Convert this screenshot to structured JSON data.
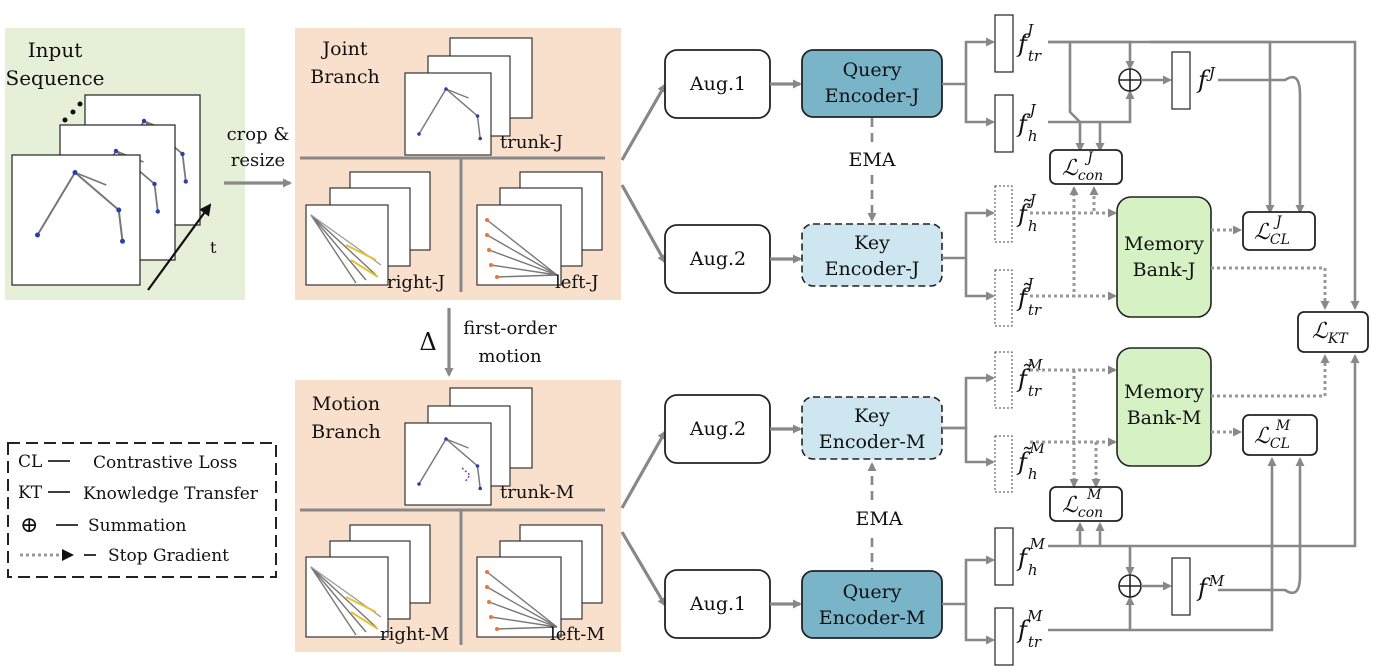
{
  "input": {
    "title_line1": "Input",
    "title_line2": "Sequence",
    "time_label": "t"
  },
  "crop": {
    "line1": "crop &",
    "line2": "resize"
  },
  "joint_branch": {
    "title_line1": "Joint",
    "title_line2": "Branch",
    "trunk": "trunk-J",
    "right": "right-J",
    "left": "left-J"
  },
  "motion_branch": {
    "title_line1": "Motion",
    "title_line2": "Branch",
    "trunk": "trunk-M",
    "right": "right-M",
    "left": "left-M"
  },
  "delta": {
    "symbol": "Δ",
    "line1": "first-order",
    "line2": "motion"
  },
  "aug": {
    "j_top": "Aug.1",
    "j_bottom": "Aug.2",
    "m_top": "Aug.2",
    "m_bottom": "Aug.1"
  },
  "encoders": {
    "query_j_line1": "Query",
    "query_j_line2": "Encoder-J",
    "key_j_line1": "Key",
    "key_j_line2": "Encoder-J",
    "key_m_line1": "Key",
    "key_m_line2": "Encoder-M",
    "query_m_line1": "Query",
    "query_m_line2": "Encoder-M",
    "ema_top": "EMA",
    "ema_bottom": "EMA"
  },
  "features": {
    "base": "f",
    "tilde": "f̃",
    "tr": "tr",
    "h": "h",
    "J": "J",
    "M": "M"
  },
  "losses": {
    "script_L": "ℒ",
    "con": "con",
    "CL": "CL",
    "KT": "KT"
  },
  "memory": {
    "j_line1": "Memory",
    "j_line2": "Bank-J",
    "m_line1": "Memory",
    "m_line2": "Bank-M"
  },
  "sum_symbol": "⊕",
  "legend": {
    "items": [
      {
        "key": "CL",
        "desc": "Contrastive Loss"
      },
      {
        "key": "KT",
        "desc": "Knowledge Transfer"
      },
      {
        "key": "⊕",
        "desc": "Summation"
      },
      {
        "key": "",
        "desc": "Stop Gradient"
      }
    ]
  },
  "colors": {
    "input_bg": "#e6efd7",
    "branch_bg": "#f9e0cc",
    "query": "#79b4c9",
    "key": "#cde6ef",
    "memory": "#d6f2c4",
    "arrow": "#888888"
  }
}
